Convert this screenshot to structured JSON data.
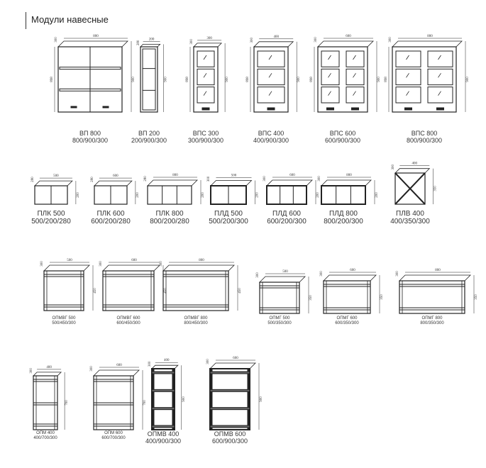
{
  "title": "Модули навесные",
  "rows": [
    {
      "items": [
        {
          "name": "ВП 800",
          "dims": "800/900/300",
          "w": "800",
          "d": "300",
          "h": "900",
          "h2": "898"
        },
        {
          "name": "ВП 200",
          "dims": "200/900/300",
          "w": "200",
          "d": "280",
          "h": "900",
          "h2": ""
        },
        {
          "name": "ВПС 300",
          "dims": "300/900/300",
          "w": "300",
          "d": "300",
          "h": "900",
          "h2": "898"
        },
        {
          "name": "ВПС 400",
          "dims": "400/900/300",
          "w": "400",
          "d": "300",
          "h": "900",
          "h2": "898"
        },
        {
          "name": "ВПС 600",
          "dims": "600/900/300",
          "w": "600",
          "d": "300",
          "h": "900",
          "h2": "898"
        },
        {
          "name": "ВПС 800",
          "dims": "800/900/300",
          "w": "800",
          "d": "300",
          "h": "900",
          "h2": "898"
        }
      ]
    },
    {
      "items": [
        {
          "name": "ПЛК 500",
          "dims": "500/200/280",
          "w": "500",
          "d": "280",
          "h": "200",
          "h2": ""
        },
        {
          "name": "ПЛК 600",
          "dims": "600/200/280",
          "w": "600",
          "d": "280",
          "h": "200",
          "h2": ""
        },
        {
          "name": "ПЛК 800",
          "dims": "800/200/280",
          "w": "800",
          "d": "280",
          "h": "200",
          "h2": ""
        },
        {
          "name": "ПЛД 500",
          "dims": "500/200/300",
          "w": "500",
          "d": "300",
          "h": "200",
          "h2": ""
        },
        {
          "name": "ПЛД 600",
          "dims": "600/200/300",
          "w": "600",
          "d": "300",
          "h": "200",
          "h2": ""
        },
        {
          "name": "ПЛД 800",
          "dims": "800/200/300",
          "w": "800",
          "d": "300",
          "h": "200",
          "h2": ""
        },
        {
          "name": "ПЛВ 400",
          "dims": "400/350/300",
          "w": "400",
          "d": "300",
          "h": "350",
          "h2": ""
        }
      ]
    },
    {
      "items": [
        {
          "name": "ОПМВГ 500",
          "dims": "500/450/300",
          "w": "500",
          "d": "300",
          "h": "450",
          "h2": ""
        },
        {
          "name": "ОПМВГ 600",
          "dims": "600/450/300",
          "w": "600",
          "d": "300",
          "h": "450",
          "h2": ""
        },
        {
          "name": "ОПМВГ 800",
          "dims": "800/450/300",
          "w": "800",
          "d": "300",
          "h": "450",
          "h2": ""
        },
        {
          "name": "ОПМГ 500",
          "dims": "500/350/300",
          "w": "500",
          "d": "300",
          "h": "350",
          "h2": ""
        },
        {
          "name": "ОПМГ 600",
          "dims": "600/350/300",
          "w": "600",
          "d": "300",
          "h": "350",
          "h2": ""
        },
        {
          "name": "ОПМГ 800",
          "dims": "800/350/300",
          "w": "800",
          "d": "300",
          "h": "350",
          "h2": ""
        }
      ]
    },
    {
      "items": [
        {
          "name": "ОПМ 400",
          "dims": "400/700/300",
          "w": "400",
          "d": "300",
          "h": "700",
          "h2": ""
        },
        {
          "name": "ОПМ 600",
          "dims": "600/700/300",
          "w": "600",
          "d": "300",
          "h": "700",
          "h2": ""
        },
        {
          "name": "ОПМВ 400",
          "dims": "400/900/300",
          "w": "400",
          "d": "300",
          "h": "900",
          "h2": ""
        },
        {
          "name": "ОПМВ 600",
          "dims": "600/900/300",
          "w": "600",
          "d": "300",
          "h": "900",
          "h2": ""
        }
      ]
    }
  ]
}
